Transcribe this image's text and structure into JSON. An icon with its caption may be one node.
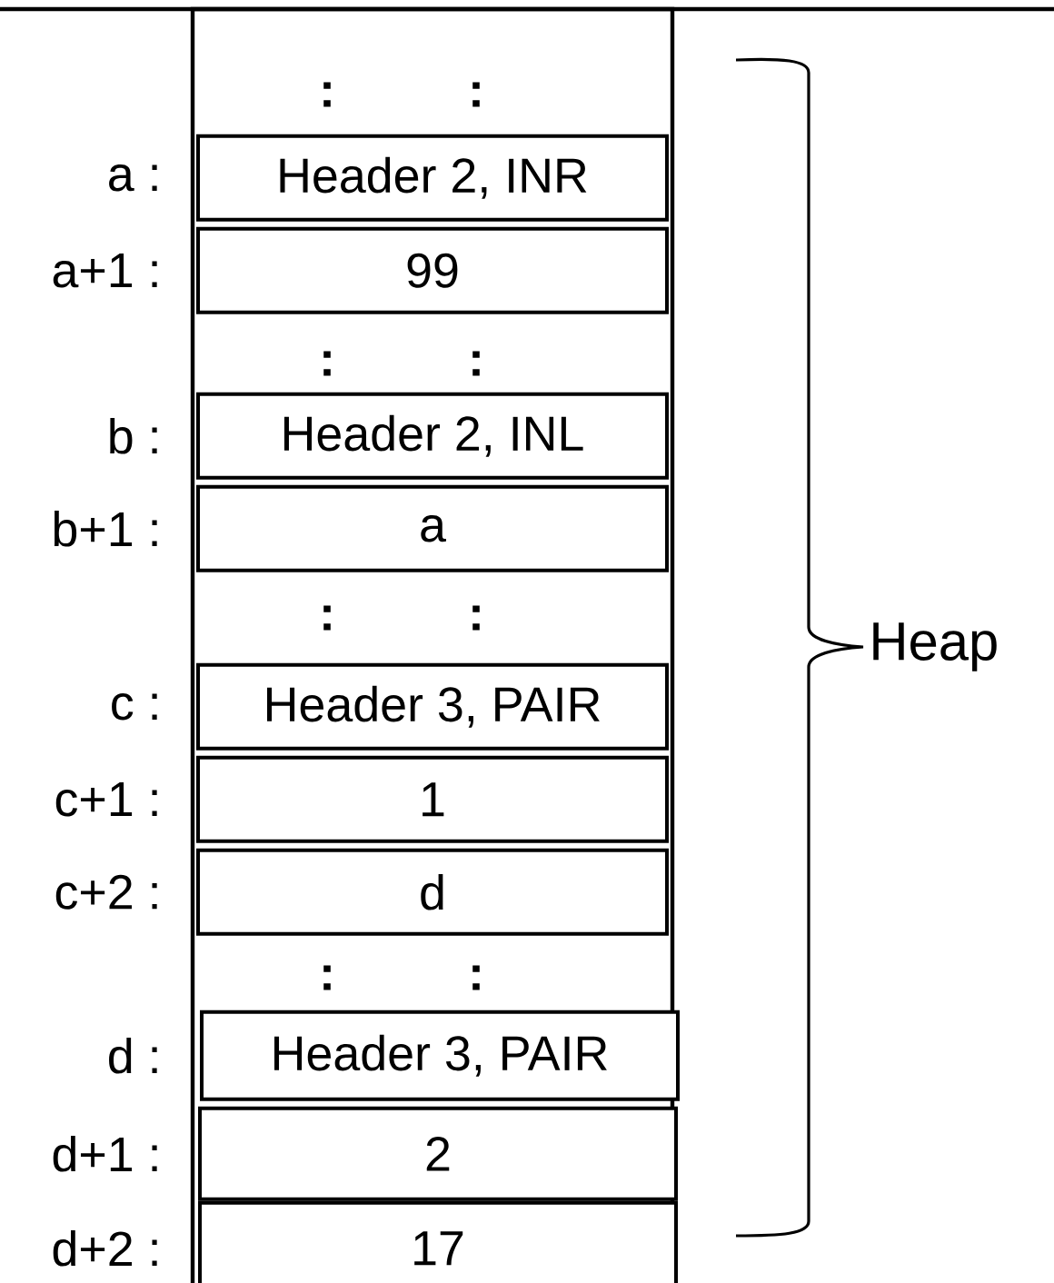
{
  "diagram": {
    "nodes": [
      {
        "text": [],
        "shape": "box"
      },
      {
        "text": [
          "Header 2, INR"
        ],
        "beside": [
          "a :"
        ],
        "in": 0
      },
      {
        "text": [
          "99"
        ],
        "beside": [
          "a+1 :"
        ],
        "in": 0
      },
      {
        "text": [
          "Header 2, INL"
        ],
        "beside": [
          "b :"
        ],
        "in": 0
      },
      {
        "text": [
          "a"
        ],
        "beside": [
          "b+1 :"
        ],
        "in": 0
      },
      {
        "text": [
          "Header 3, PAIR"
        ],
        "beside": [
          "c :"
        ],
        "in": 0
      },
      {
        "text": [
          "1"
        ],
        "beside": [
          "c+1 :"
        ],
        "in": 0
      },
      {
        "text": [
          "d"
        ],
        "beside": [
          "c+2 :"
        ],
        "in": 0
      },
      {
        "text": [
          "Header 3, PAIR"
        ],
        "beside": [
          "d :"
        ],
        "in": 0
      },
      {
        "text": [
          "2"
        ],
        "beside": [
          "d+1 :"
        ],
        "in": 0
      },
      {
        "text": [
          "17"
        ],
        "beside": [
          "d+2 :"
        ],
        "in": 0
      }
    ],
    "labels": [
      ":",
      ":",
      ":",
      ":",
      ":",
      ":",
      ":",
      ":",
      "Heap"
    ]
  }
}
